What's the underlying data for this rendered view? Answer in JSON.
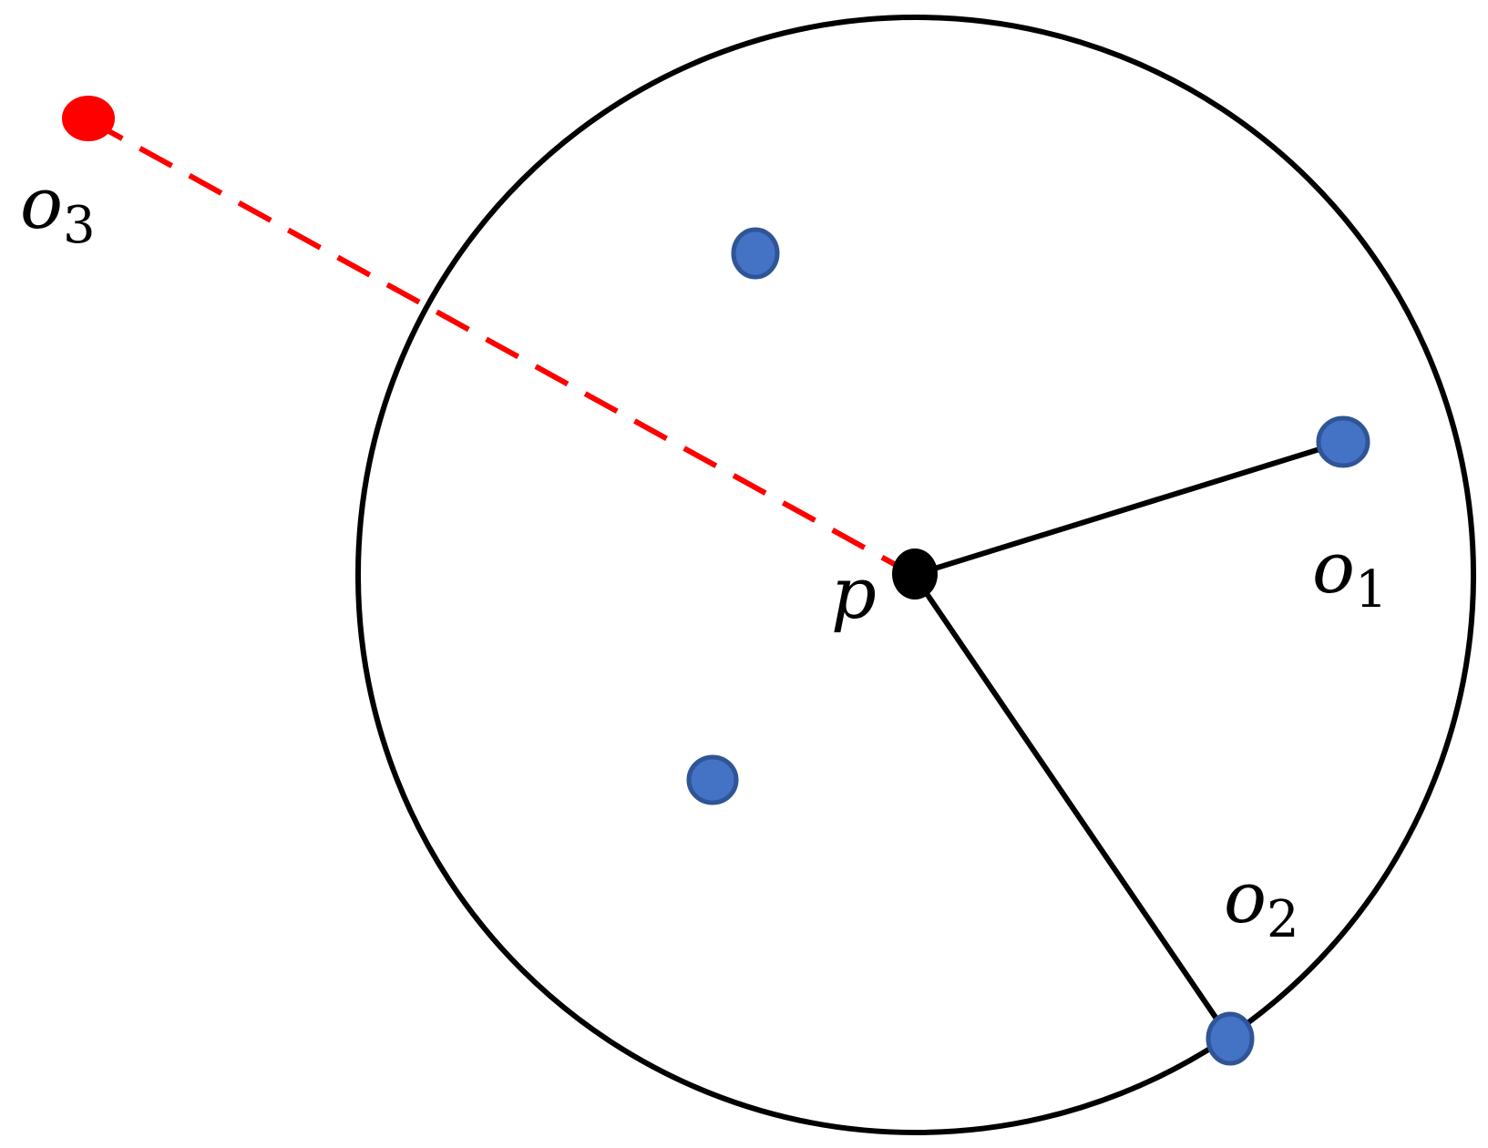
{
  "colors": {
    "stroke": "#000000",
    "outlier_point": "#ff0000",
    "outlier_line": "#ff0000",
    "neighbor_fill": "#4472c4",
    "neighbor_stroke": "#2f5597",
    "center_point": "#000000"
  },
  "labels": {
    "p": "p",
    "o1": {
      "base": "o",
      "sub": "1"
    },
    "o2": {
      "base": "o",
      "sub": "2"
    },
    "o3": {
      "base": "o",
      "sub": "3"
    }
  }
}
